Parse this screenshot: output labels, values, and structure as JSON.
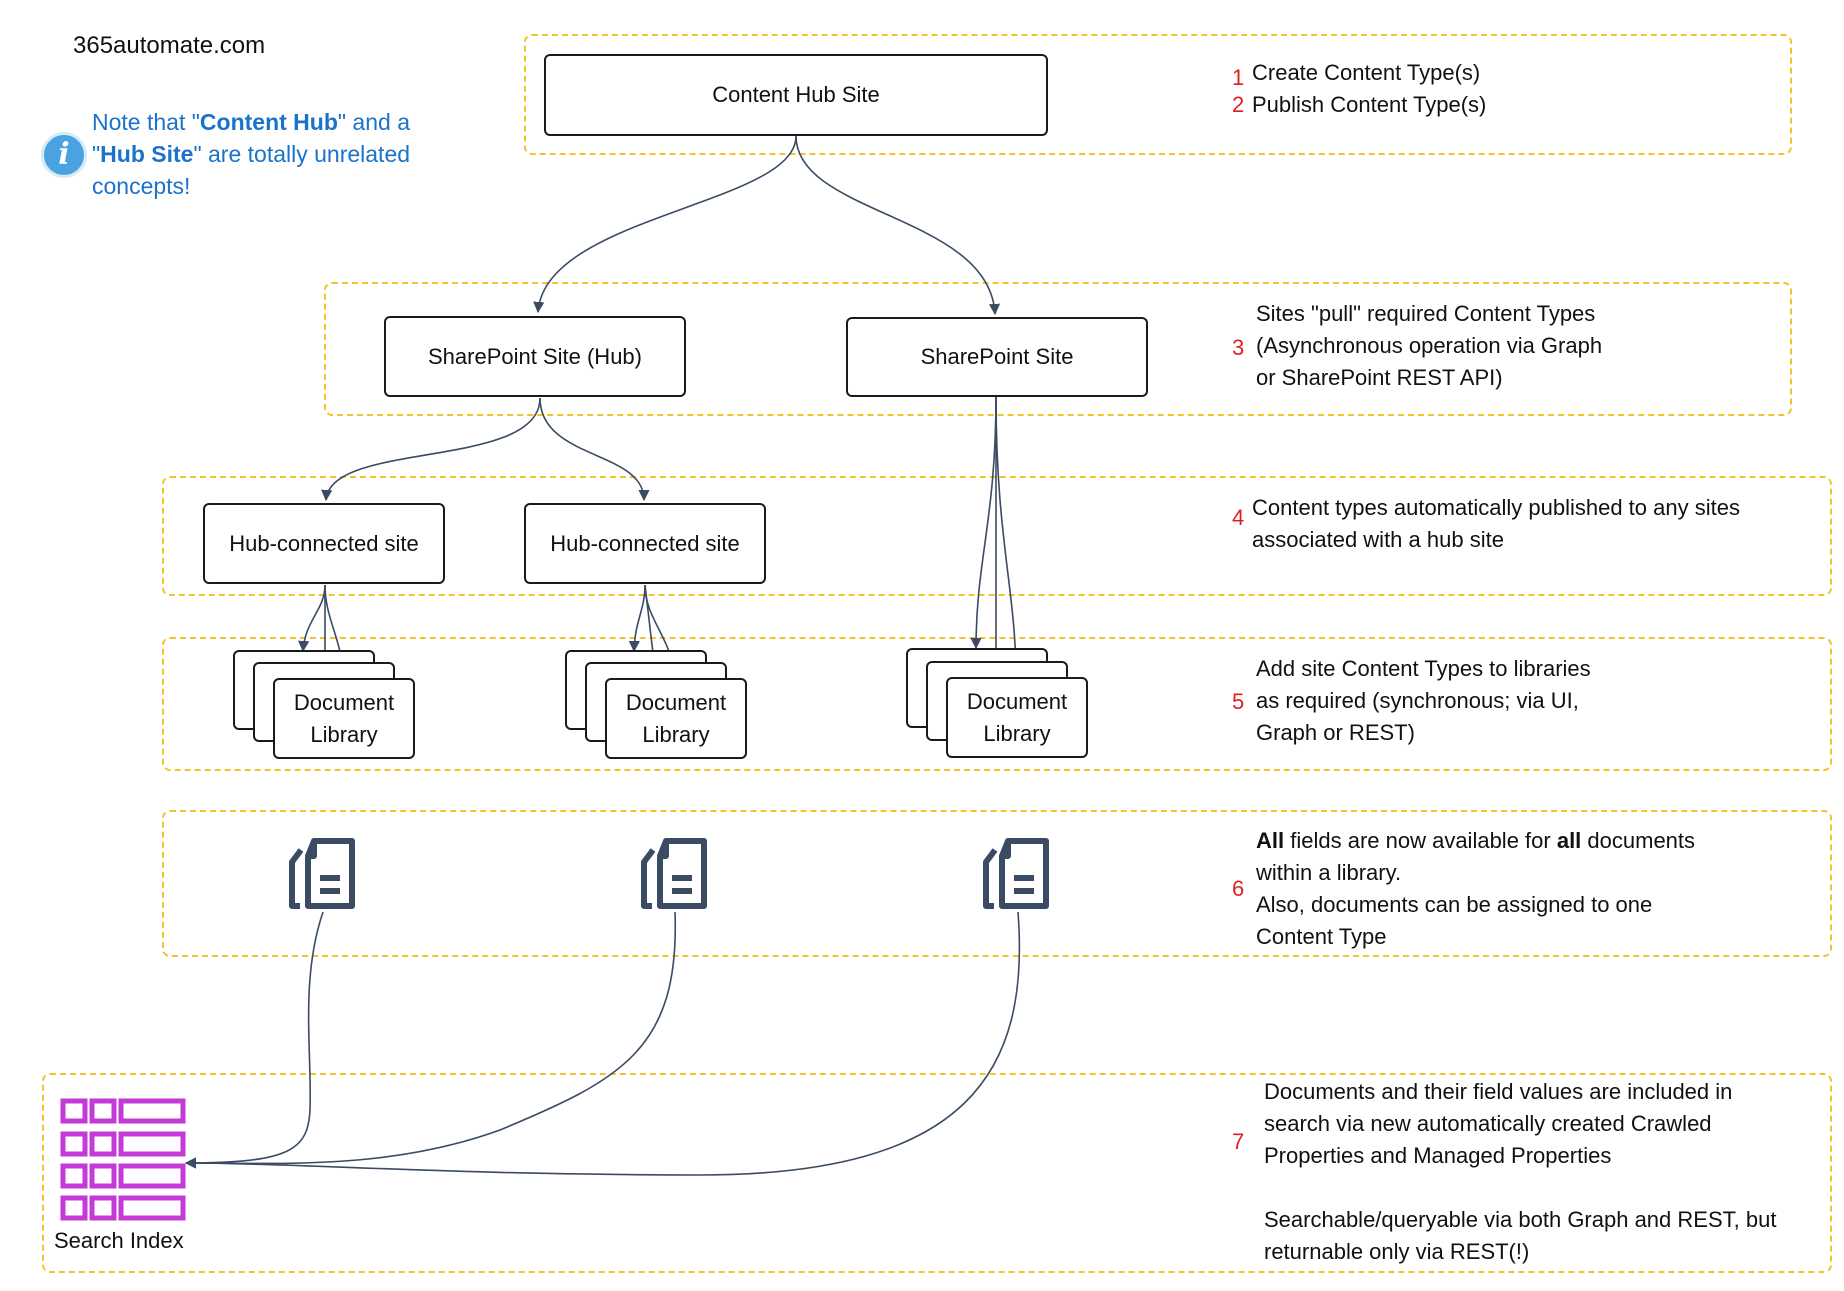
{
  "header": {
    "site": "365automate.com"
  },
  "note": {
    "prefix": "Note that \"",
    "term1": "Content Hub",
    "middle": "\" and a \"",
    "term2": "Hub Site",
    "suffix": "\" are totally unrelated concepts!"
  },
  "nodes": {
    "content_hub": "Content Hub Site",
    "sp_hub": "SharePoint Site (Hub)",
    "sp_site": "SharePoint Site",
    "hub_connected_1": "Hub-connected site",
    "hub_connected_2": "Hub-connected site",
    "doclib_1": "Document Library",
    "doclib_2": "Document Library",
    "doclib_3": "Document Library",
    "search_index": "Search Index"
  },
  "steps": {
    "s1": {
      "num": "1",
      "text": "Create Content Type(s)"
    },
    "s2": {
      "num": "2",
      "text": "Publish Content Type(s)"
    },
    "s3": {
      "num": "3",
      "line1": "Sites \"pull\" required Content Types",
      "line2": "(Asynchronous operation via Graph",
      "line3": "or SharePoint REST API)"
    },
    "s4": {
      "num": "4",
      "line1": "Content types automatically published to any sites",
      "line2": "associated with a hub site"
    },
    "s5": {
      "num": "5",
      "line1": "Add site Content Types to libraries",
      "line2": "as required (synchronous; via UI,",
      "line3": "Graph or REST)"
    },
    "s6": {
      "num": "6",
      "bold1": "All",
      "mid1": " fields are now available for ",
      "bold2": "all",
      "end1": " documents",
      "line2": "within a library.",
      "line3": "Also, documents can be assigned to one",
      "line4": "Content Type"
    },
    "s7": {
      "num": "7",
      "line1": "Documents and their field values are included in",
      "line2": "search via new automatically created Crawled",
      "line3": "Properties and Managed Properties",
      "line4": "Searchable/queryable via both Graph and REST, but",
      "line5": "returnable only via REST(!)"
    }
  },
  "colors": {
    "zone_border": "#f2c32a",
    "step_number": "#e02020",
    "note_text": "#1a73c8",
    "doc_icon": "#3a4b63",
    "search_icon": "#c43ad6",
    "info_icon": "#4aa3e0"
  },
  "icons": {
    "info": "info-icon",
    "document": "document-icon",
    "search_index": "table-grid-icon"
  }
}
